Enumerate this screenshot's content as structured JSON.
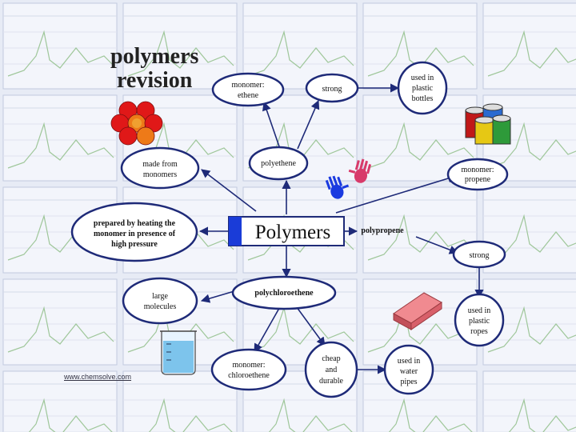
{
  "title": {
    "line1": "polymers",
    "line2": "revision"
  },
  "central": "Polymers",
  "credit": "www.chemsolve.com",
  "nodes": {
    "monomer_ethene_1": "monomer:",
    "monomer_ethene_2": "ethene",
    "strong_top": "strong",
    "bottles_1": "used in",
    "bottles_2": "plastic",
    "bottles_3": "bottles",
    "polyethene": "polyethene",
    "made_from_1": "made from",
    "made_from_2": "monomers",
    "monomer_propene_1": "monomer:",
    "monomer_propene_2": "propene",
    "prepared_1": "prepared by heating the",
    "prepared_2": "monomer in presence of",
    "prepared_3": "high pressure",
    "polypropene": "polypropene",
    "strong_right": "strong",
    "large_1": "large",
    "large_2": "molecules",
    "polychloroethene": "polychloroethene",
    "ropes_1": "used in",
    "ropes_2": "plastic",
    "ropes_3": "ropes",
    "chloro_1": "monomer:",
    "chloro_2": "chloroethene",
    "cheap_1": "cheap",
    "cheap_2": "and",
    "cheap_3": "durable",
    "pipes_1": "used in",
    "pipes_2": "water",
    "pipes_3": "pipes"
  },
  "colors": {
    "arrow": "#1e2a78",
    "bubble_fill": "#ffffff",
    "bubble_stroke": "#1e2a78",
    "central_bar": "#1a3cd8",
    "bead_red": "#e01818",
    "bead_orange": "#ee7a18"
  },
  "icons": [
    "beads-molecule-icon",
    "paint-cans-icon",
    "hand-prints-icon",
    "eraser-icon",
    "beaker-icon"
  ]
}
